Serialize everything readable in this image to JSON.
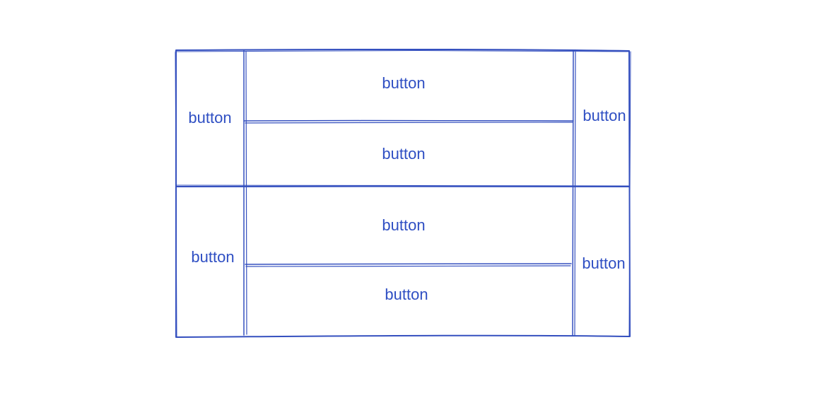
{
  "colors": {
    "stroke": "#3550bf",
    "text": "#2f4fc3",
    "background": "#ffffff"
  },
  "diagram": {
    "top_group": {
      "left_button": "button",
      "center_top_button": "button",
      "center_bottom_button": "button",
      "right_button": "button"
    },
    "bottom_group": {
      "left_button": "button",
      "center_top_button": "button",
      "center_bottom_button": "button",
      "right_button": "button"
    }
  }
}
